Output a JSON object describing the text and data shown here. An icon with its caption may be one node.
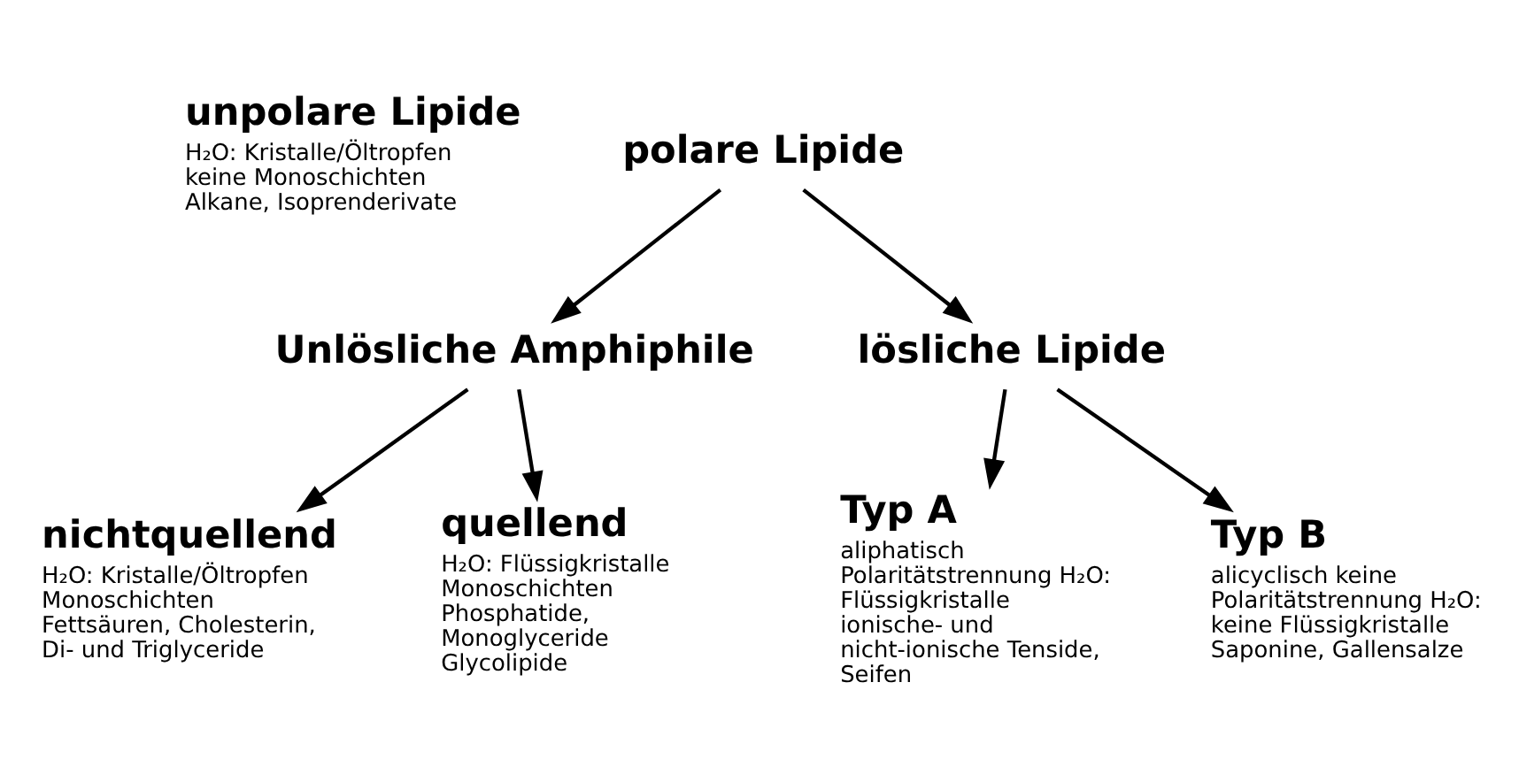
{
  "diagram": {
    "nodes": [
      {
        "text": [
          "unpolare Lipide",
          "H₂O: Kristalle/Öltropfen keine Monoschichten Alkane, Isoprenderivate"
        ]
      },
      {
        "text": [
          "polare Lipide"
        ]
      },
      {
        "text": [
          "Unlösliche Amphiphile"
        ]
      },
      {
        "text": [
          "lösliche Lipide"
        ]
      },
      {
        "text": [
          "nichtquellend",
          "H₂O: Kristalle/Öltropfen Monoschichten Fettsäuren, Cholesterin, Di- und Triglyceride"
        ]
      },
      {
        "text": [
          "quellend",
          "H₂O: Flüssigkristalle Monoschichten Phosphatide, Monoglyceride Glycolipide"
        ]
      },
      {
        "text": [
          "Typ A",
          "aliphatisch Polaritätstrennung H₂O: Flüssigkristalle ionische- und nicht-ionische Tenside, Seifen"
        ]
      },
      {
        "text": [
          "Typ B",
          "alicyclisch keine Polaritätstrennung H₂O: keine Flüssigkristalle Saponine, Gallensalze"
        ]
      }
    ],
    "edges": [
      {
        "from": 1,
        "to": 2,
        "arrow": "to"
      },
      {
        "from": 1,
        "to": 3,
        "arrow": "to"
      },
      {
        "from": 2,
        "to": 4,
        "arrow": "to"
      },
      {
        "from": 2,
        "to": 5,
        "arrow": "to"
      },
      {
        "from": 3,
        "to": 6,
        "arrow": "to"
      },
      {
        "from": 3,
        "to": 7,
        "arrow": "to"
      }
    ]
  }
}
